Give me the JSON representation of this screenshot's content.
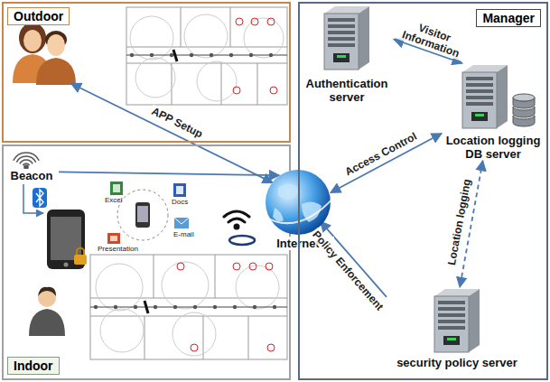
{
  "diagram": {
    "nodes": [
      {
        "text": [
          "Outdoor"
        ]
      },
      {
        "text": [
          "Indoor"
        ]
      },
      {
        "text": [
          "Beacon"
        ],
        "in": 1
      },
      {
        "text": [
          "Internet"
        ]
      },
      {
        "text": [
          "Manager"
        ]
      },
      {
        "text": [
          "Authentication server"
        ],
        "in": 4
      },
      {
        "text": [
          "Location logging DB server"
        ],
        "in": 4
      },
      {
        "text": [
          "security policy server"
        ],
        "in": 4
      }
    ],
    "edges": [
      {
        "from": 0,
        "to": 3,
        "label": "APP Setup",
        "arrow": "both"
      },
      {
        "from": 2,
        "to": 3,
        "arrow": "to"
      },
      {
        "from": 5,
        "to": 6,
        "label": "Visitor Information",
        "arrow": "both"
      },
      {
        "from": 3,
        "to": 6,
        "label": "Access Control",
        "arrow": "both"
      },
      {
        "from": 6,
        "to": 7,
        "label": "Location logging",
        "arrow": "both"
      },
      {
        "from": 7,
        "to": 3,
        "label": "Policy Enforcement",
        "arrow": "to"
      }
    ],
    "labels": [
      "Excel",
      "Docs",
      "E-mail",
      "Presentation"
    ]
  }
}
